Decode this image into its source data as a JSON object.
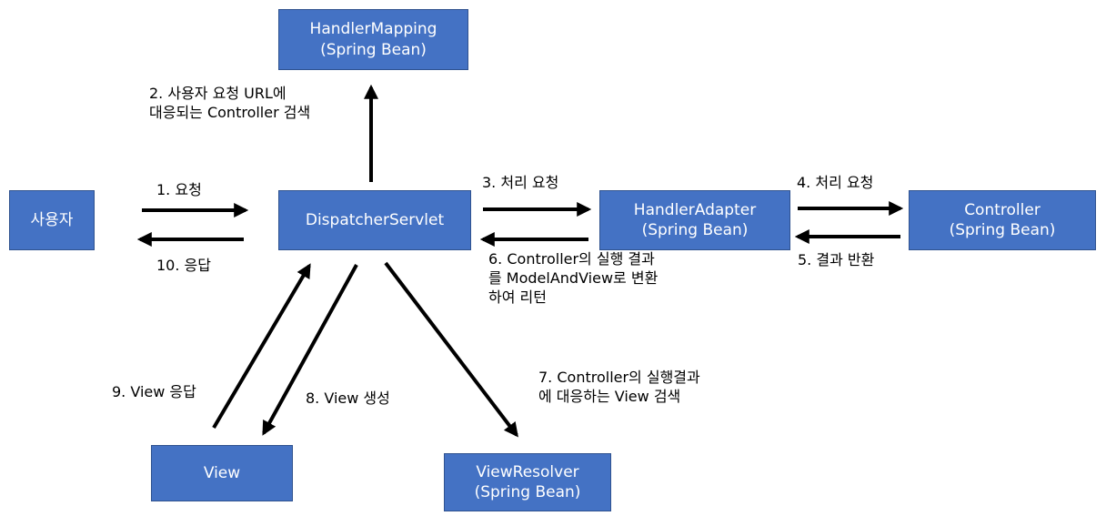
{
  "theme": {
    "box_fill": "#4472C4",
    "box_border": "#2F528F",
    "arrow_color": "#000000"
  },
  "boxes": {
    "user": "사용자",
    "dispatcher": "DispatcherServlet",
    "handler_mapping": "HandlerMapping\n(Spring Bean)",
    "handler_adapter": "HandlerAdapter\n(Spring Bean)",
    "controller": "Controller\n(Spring Bean)",
    "view": "View",
    "view_resolver": "ViewResolver\n(Spring Bean)"
  },
  "labels": {
    "step1": "1. 요청",
    "step2": "2. 사용자 요청 URL에\n대응되는 Controller 검색",
    "step3": "3. 처리 요청",
    "step4": "4. 처리 요청",
    "step5": "5. 결과 반환",
    "step6": "6. Controller의 실행 결과\n를 ModelAndView로 변환\n하여 리턴",
    "step7": "7. Controller의 실행결과\n에 대응하는 View 검색",
    "step8": "8. View 생성",
    "step9": "9. View 응답",
    "step10": "10. 응답"
  }
}
